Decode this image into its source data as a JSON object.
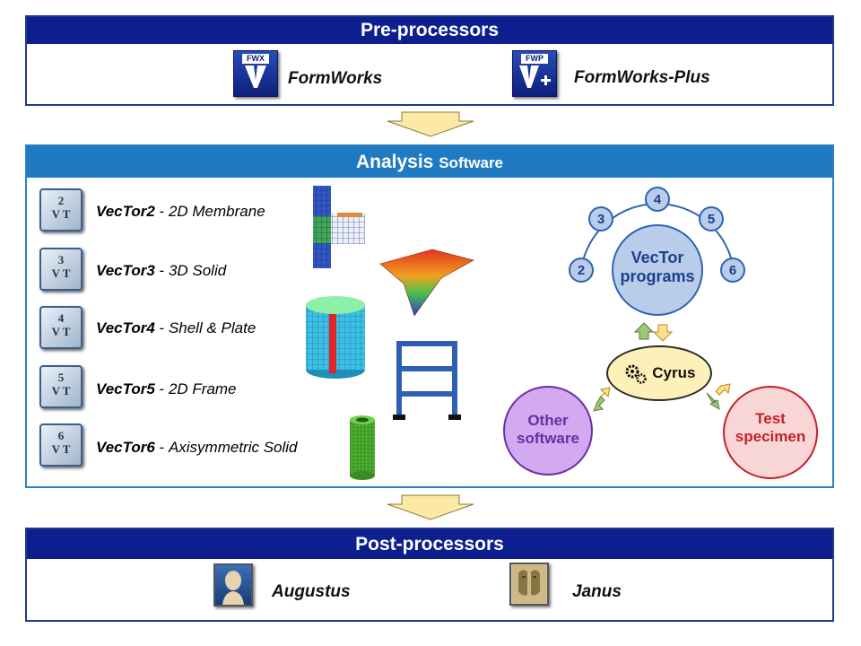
{
  "preprocessors": {
    "title": "Pre-processors",
    "items": [
      {
        "logo_text": "FWX",
        "name": "FormWorks"
      },
      {
        "logo_text": "FWP",
        "name": "FormWorks-Plus"
      }
    ]
  },
  "analysis": {
    "title_main": "Analysis",
    "title_small": "Software",
    "programs": [
      {
        "digit": "2",
        "name": "VecTor2",
        "desc": "2D Membrane"
      },
      {
        "digit": "3",
        "name": "VecTor3",
        "desc": "3D Solid"
      },
      {
        "digit": "4",
        "name": "VecTor4",
        "desc": "Shell & Plate"
      },
      {
        "digit": "5",
        "name": "VecTor5",
        "desc": "2D Frame"
      },
      {
        "digit": "6",
        "name": "VecTor6",
        "desc": "Axisymmetric Solid"
      }
    ],
    "diagram": {
      "numbers": [
        "2",
        "3",
        "4",
        "5",
        "6"
      ],
      "vector_label_1": "VecTor",
      "vector_label_2": "programs",
      "cyrus_label": "Cyrus",
      "other_label_1": "Other",
      "other_label_2": "software",
      "test_label_1": "Test",
      "test_label_2": "specimen"
    }
  },
  "postprocessors": {
    "title": "Post-processors",
    "items": [
      {
        "name": "Augustus"
      },
      {
        "name": "Janus"
      }
    ]
  },
  "separator": " - ",
  "colors": {
    "header_dark": "#0d1f8f",
    "header_light": "#1f7ac2",
    "arrow_fill": "#fde9a6",
    "vector_circle": "#b9cdea",
    "cyrus_fill": "#fdf0b8",
    "other_fill": "#d3a9f2",
    "test_fill": "#f9d6d6"
  }
}
